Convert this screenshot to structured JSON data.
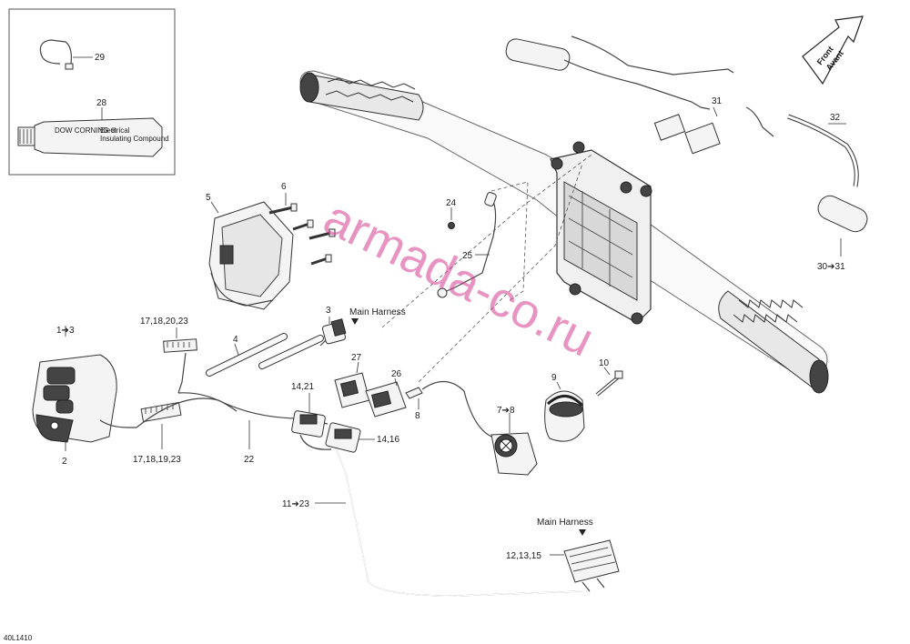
{
  "diagram": {
    "code": "40L1410",
    "watermark": "armada-co.ru",
    "direction_badge": {
      "line1": "Front",
      "line2": "Avant"
    },
    "labels": {
      "l29": "29",
      "l28": "28",
      "l5": "5",
      "l6": "6",
      "l1_3": "1➔3",
      "l2": "2",
      "l17_18_20_23": "17,18,20,23",
      "l17_18_19_23": "17,18,19,23",
      "l4": "4",
      "l3": "3",
      "l22": "22",
      "l14_21": "14,21",
      "l14_16": "14,16",
      "l11_23": "11➔23",
      "l27": "27",
      "l26": "26",
      "l8": "8",
      "l7_8": "7➔8",
      "l9": "9",
      "l10": "10",
      "l24": "24",
      "l25": "25",
      "l31": "31",
      "l32": "32",
      "l30_31": "30➔31",
      "l12_13_15": "12,13,15"
    },
    "main_harness_1": "Main Harness",
    "main_harness_2": "Main Harness",
    "tube_text": {
      "line1": "DOW CORNING ®",
      "line2": "Electrical",
      "line3": "Insulating Compound"
    }
  }
}
